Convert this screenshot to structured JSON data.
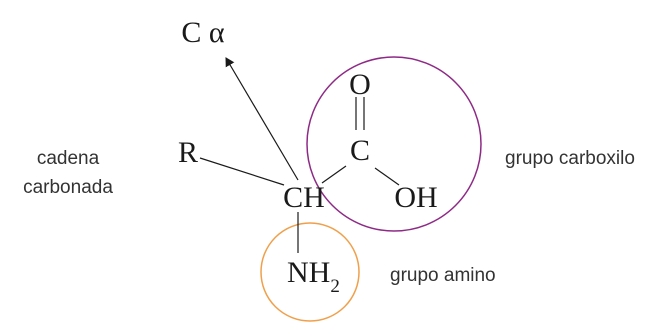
{
  "molecule": {
    "alpha_label": "C α",
    "r_group": "R",
    "ch": "CH",
    "carboxyl_c": "C",
    "carboxyl_o": "O",
    "carboxyl_oh": "OH",
    "amino_nh": "NH",
    "amino_subscript": "2"
  },
  "annotations": {
    "side_chain_line1": "cadena",
    "side_chain_line2": "carbonada",
    "carboxyl_group": "grupo carboxilo",
    "amino_group": "grupo amino"
  },
  "colors": {
    "carboxyl_circle": "#8e2a86",
    "amino_circle": "#f0a04b",
    "bonds": "#1a1a1a"
  }
}
